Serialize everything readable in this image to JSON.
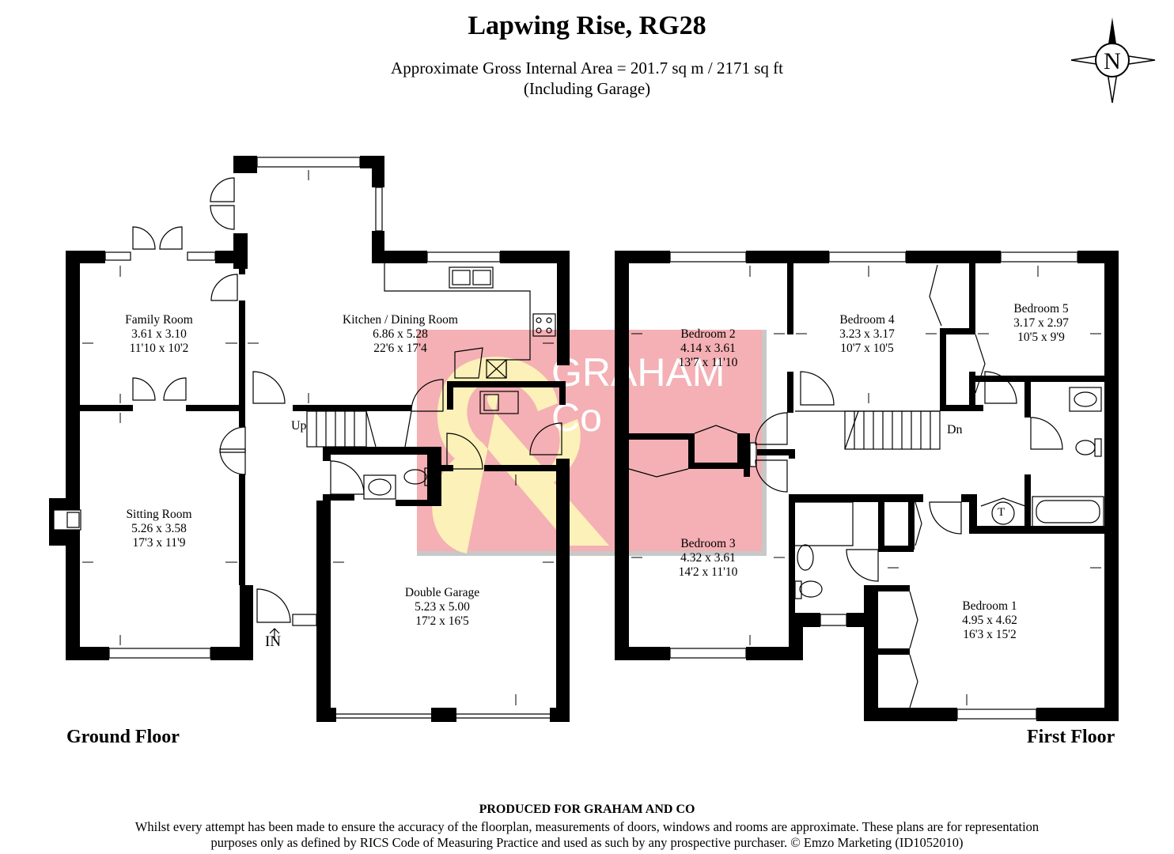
{
  "header": {
    "title": "Lapwing Rise, RG28",
    "area_line": "Approximate Gross Internal Area = 201.7 sq m / 2171 sq ft",
    "area_note": "(Including Garage)"
  },
  "compass": {
    "letter": "N"
  },
  "watermark": {
    "line1": "GRAHAM",
    "line2": "Co",
    "ampersand": "&"
  },
  "ground_floor": {
    "label": "Ground Floor",
    "entrance": "IN",
    "stairs": "Up",
    "rooms": [
      {
        "name": "Family Room",
        "metric": "3.61 x 3.10",
        "imperial": "11'10 x 10'2"
      },
      {
        "name": "Kitchen / Dining Room",
        "metric": "6.86 x 5.28",
        "imperial": "22'6 x 17'4"
      },
      {
        "name": "Sitting Room",
        "metric": "5.26 x 3.58",
        "imperial": "17'3 x 11'9"
      },
      {
        "name": "Double Garage",
        "metric": "5.23 x 5.00",
        "imperial": "17'2 x 16'5"
      }
    ]
  },
  "first_floor": {
    "label": "First Floor",
    "stairs": "Dn",
    "cupboard": "T",
    "rooms": [
      {
        "name": "Bedroom 2",
        "metric": "4.14 x 3.61",
        "imperial": "13'7 x 11'10"
      },
      {
        "name": "Bedroom 4",
        "metric": "3.23 x 3.17",
        "imperial": "10'7 x 10'5"
      },
      {
        "name": "Bedroom 5",
        "metric": "3.17 x 2.97",
        "imperial": "10'5 x 9'9"
      },
      {
        "name": "Bedroom 3",
        "metric": "4.32 x 3.61",
        "imperial": "14'2 x 11'10"
      },
      {
        "name": "Bedroom 1",
        "metric": "4.95 x 4.62",
        "imperial": "16'3 x 15'2"
      }
    ]
  },
  "footer": {
    "produced_for": "PRODUCED FOR GRAHAM AND CO",
    "disclaimer_line1": "Whilst every attempt has been made to ensure the accuracy of the floorplan, measurements of doors, windows and rooms are approximate. These plans are for representation",
    "disclaimer_line2": "purposes only as defined by RICS Code of Measuring Practice and used as such by any prospective purchaser. © Emzo Marketing (ID1052010)"
  },
  "colors": {
    "wall": "#000000",
    "watermark_bg": "#f4b0b4",
    "watermark_mark": "#fcf4b8",
    "watermark_text": "#ffffff"
  }
}
